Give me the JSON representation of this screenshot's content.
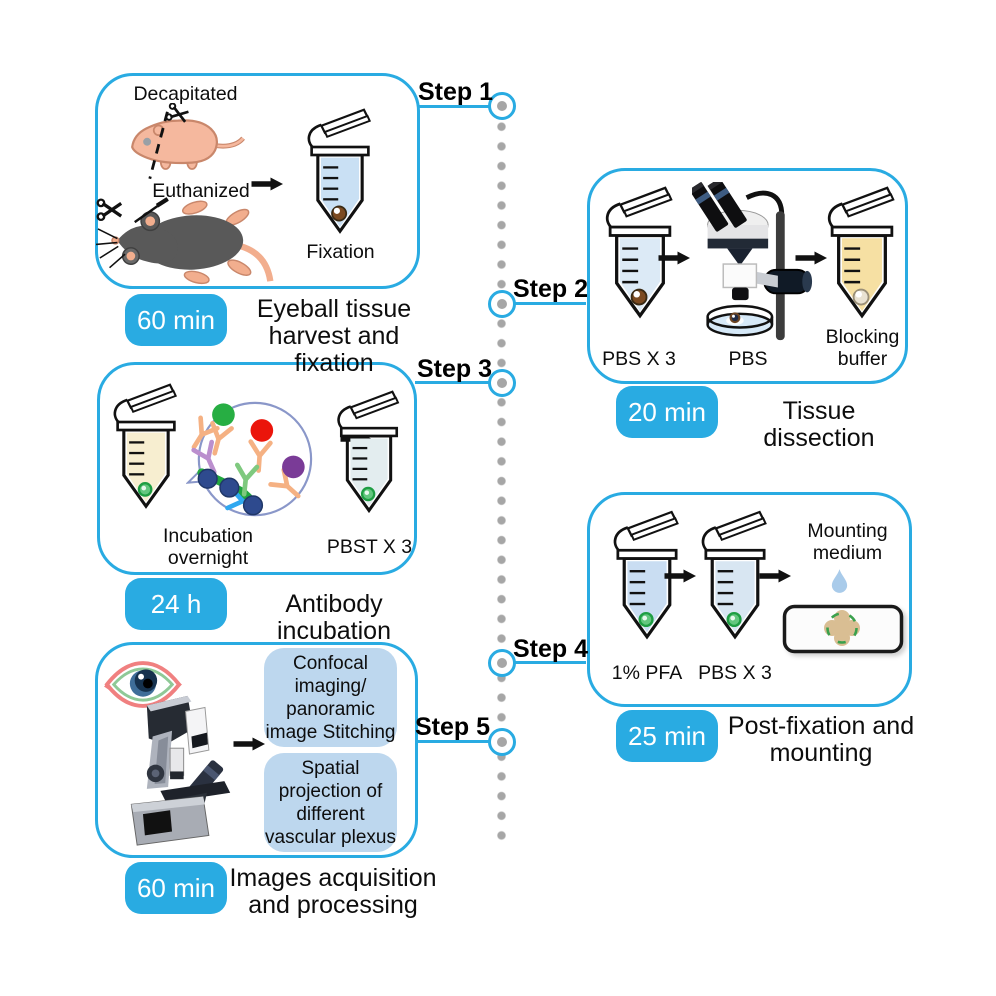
{
  "palette": {
    "accent": "#29ABE2",
    "timeline_dot": "#A6A6A6",
    "panel_blue": "#BDD7EE",
    "text": "#111111",
    "fixation_liquid": "#C9E0F4",
    "pbs_liquid": "#DCEAF6",
    "blocking_buffer_liquid": "#F6E0A3",
    "incubation_liquid": "#F7EED0",
    "pbst_liquid": "#E3EDEF",
    "pfa_liquid": "#C9DDF2"
  },
  "steps": {
    "step1": {
      "label": "Step 1",
      "duration": "60 min",
      "caption": "Eyeball tissue\nharvest and fixation",
      "decapitated": "Decapitated",
      "euthanized": "Euthanized",
      "fixation": "Fixation"
    },
    "step2": {
      "label": "Step 2",
      "duration": "20 min",
      "caption": "Tissue dissection",
      "tube1": "PBS X 3",
      "dish": "PBS",
      "tube2": "Blocking\nbuffer"
    },
    "step3": {
      "label": "Step 3",
      "duration": "24 h",
      "caption": "Antibody incubation",
      "bubble": "Incubation\novernight",
      "tube2": "PBST X 3"
    },
    "step4": {
      "label": "Step 4",
      "duration": "25 min",
      "caption": "Post-fixation and\nmounting",
      "tube1": "1% PFA",
      "tube2": "PBS X 3",
      "mounting": "Mounting\nmedium"
    },
    "step5": {
      "label": "Step 5",
      "duration": "60 min",
      "caption": "Images acquisition\nand processing",
      "panel1": "Confocal\nimaging/\npanoramic\nimage Stitching",
      "panel2": "Spatial\nprojection of\ndifferent\nvascular plexus"
    }
  },
  "icons": {
    "scissors": "scissors-icon",
    "neonatal_mouse": "neonatal-mouse-icon",
    "adult_mouse": "adult-mouse-icon",
    "tube": "microcentrifuge-tube-icon",
    "arrow": "arrow-right-icon",
    "stereo_microscope": "stereo-microscope-icon",
    "antibody_bubble": "antibody-magnifier-icon",
    "eye": "eye-icon",
    "confocal_microscope": "confocal-microscope-icon",
    "droplet": "droplet-icon",
    "slide": "slide-with-retina-icon",
    "timeline_node": "timeline-node-icon"
  }
}
